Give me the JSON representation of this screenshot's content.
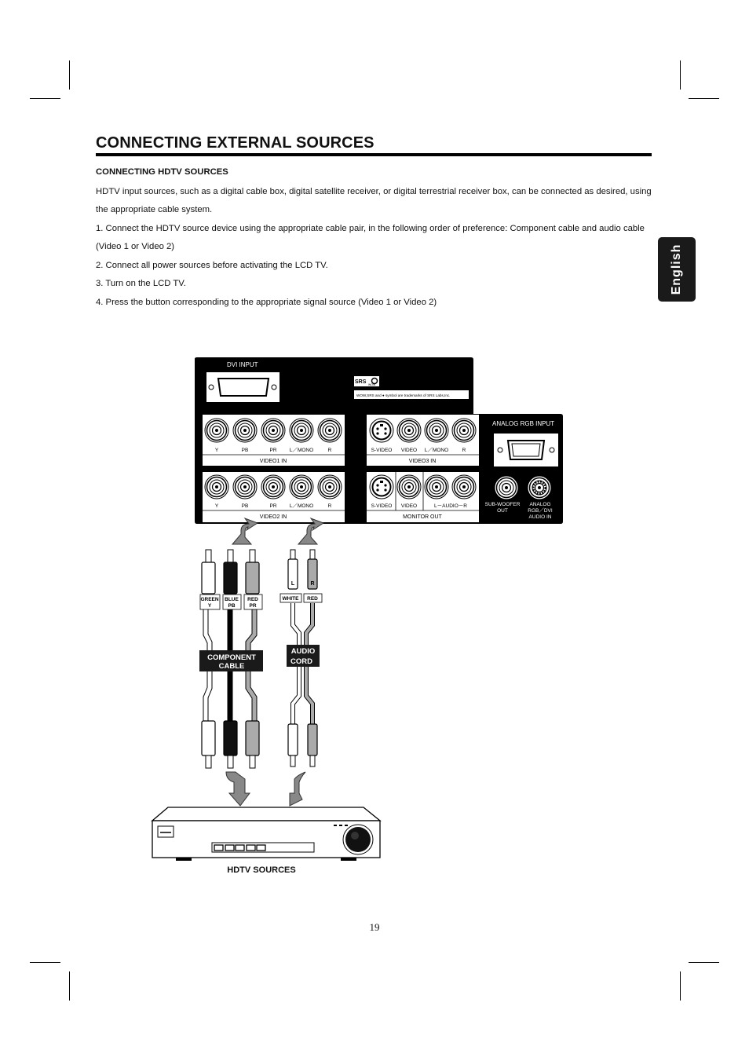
{
  "page": {
    "title": "CONNECTING EXTERNAL SOURCES",
    "subhead": "CONNECTING HDTV SOURCES",
    "paragraphs": [
      "HDTV input sources, such as a digital cable box, digital satellite receiver, or digital terrestrial receiver box, can be connected as desired, using the appropriate cable system.",
      "1. Connect the HDTV source device using the appropriate cable pair, in the following order of preference: Component cable and audio cable (Video 1 or Video 2)",
      "2. Connect all power sources before activating the LCD TV.",
      "3. Turn on the LCD TV.",
      "4. Press the button corresponding to the appropriate signal source (Video 1 or Video 2)"
    ],
    "language_tab": "English",
    "page_number": "19"
  },
  "panel": {
    "dvi_label": "DVI  INPUT",
    "srs_logo": "SRS",
    "srs_sub": "WOW",
    "trademark": "WOW,SRS and ● symbol are trademarks of SRS Labs,Inc.",
    "video1_jacks": [
      "Y",
      "PB",
      "PR",
      "L／MONO",
      "R"
    ],
    "video1_label": "VIDEO1 IN",
    "video2_jacks": [
      "Y",
      "PB",
      "PR",
      "L／MONO",
      "R"
    ],
    "video2_label": "VIDEO2 IN",
    "video3_jacks": [
      "S-VIDEO",
      "VIDEO",
      "L／MONO",
      "R"
    ],
    "video3_label": "VIDEO3 IN",
    "monitor_jacks": [
      "S-VIDEO",
      "VIDEO",
      "L－AUDIO－R"
    ],
    "monitor_label": "MONITOR  OUT",
    "rgb_label": "ANALOG  RGB  INPUT",
    "subwoofer_label": [
      "SUB-WOOFER",
      "OUT"
    ],
    "analog_audio_label": [
      "ANALOG",
      "RGB／DVI",
      "AUDIO  IN"
    ]
  },
  "cables": {
    "component_tags": [
      [
        "GREEN",
        "Y"
      ],
      [
        "BLUE",
        "PB"
      ],
      [
        "RED",
        "PR"
      ]
    ],
    "audio_tags": [
      "WHITE",
      "RED"
    ],
    "audio_plug_letters": [
      "L",
      "R"
    ],
    "component_label": [
      "COMPONENT",
      "CABLE"
    ],
    "audio_label": [
      "AUDIO",
      "CORD"
    ]
  },
  "device": {
    "caption": "HDTV SOURCES"
  }
}
